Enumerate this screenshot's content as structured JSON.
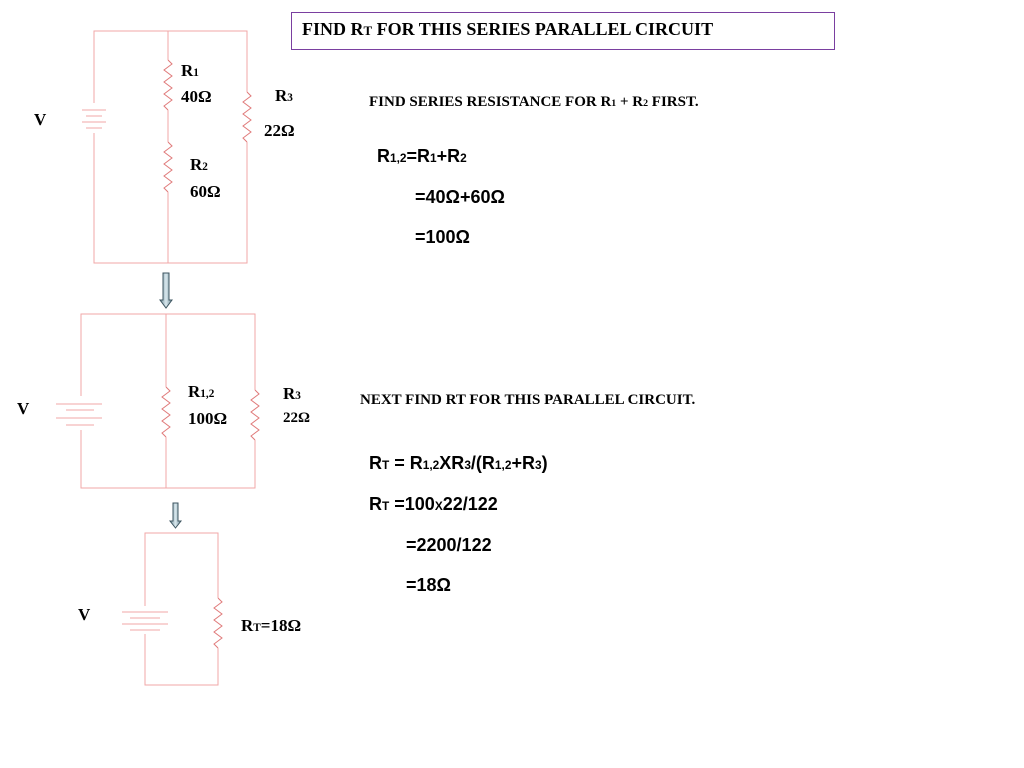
{
  "title": {
    "main_a": "FIND R",
    "main_sc": "T",
    "main_b": " FOR THIS SERIES PARALLEL CIRCUIT"
  },
  "circuit1": {
    "source": "V",
    "r1": {
      "name": "R",
      "sub": "1",
      "value": "40Ω"
    },
    "r2": {
      "name": "R",
      "sub": "2",
      "value": "60Ω"
    },
    "r3": {
      "name": "R",
      "sub": "3",
      "value": "22Ω"
    }
  },
  "step1": {
    "heading_a": "FIND SERIES RESISTANCE FOR R",
    "heading_s1": "1",
    "heading_b": " + R",
    "heading_s2": "2",
    "heading_c": "  FIRST.",
    "eq1_a": "R",
    "eq1_s1": "1,2",
    "eq1_b": "=R",
    "eq1_s2": "1",
    "eq1_c": "+R",
    "eq1_s3": "2",
    "eq2": "=40Ω+60Ω",
    "eq3": "=100Ω"
  },
  "circuit2": {
    "source": "V",
    "r12": {
      "name": "R",
      "sub": "1,2",
      "value": "100Ω"
    },
    "r3": {
      "name": "R",
      "sub": "3",
      "value": "22Ω"
    }
  },
  "step2": {
    "heading": "NEXT FIND RT FOR THIS PARALLEL CIRCUIT.",
    "eq1_a": "R",
    "eq1_s1": "T",
    "eq1_b": " = R",
    "eq1_s2": "1,2",
    "eq1_c": "XR",
    "eq1_s3": "3",
    "eq1_d": "/(R",
    "eq1_s4": "1,2",
    "eq1_e": "+R",
    "eq1_s5": "3",
    "eq1_f": ")",
    "eq2_a": "R",
    "eq2_s1": "T",
    "eq2_b": " =100",
    "eq2_s2": "X",
    "eq2_c": "22/122",
    "eq3": "=2200/122",
    "eq4": "=18Ω"
  },
  "circuit3": {
    "source": "V",
    "rt": {
      "name": "R",
      "sub": "T",
      "value": "=18Ω"
    }
  },
  "colors": {
    "wire": "#f2a7a7",
    "resistor": "#e07a7a",
    "arrow": "#9fb8c2",
    "title_border": "#7a3fa0"
  }
}
